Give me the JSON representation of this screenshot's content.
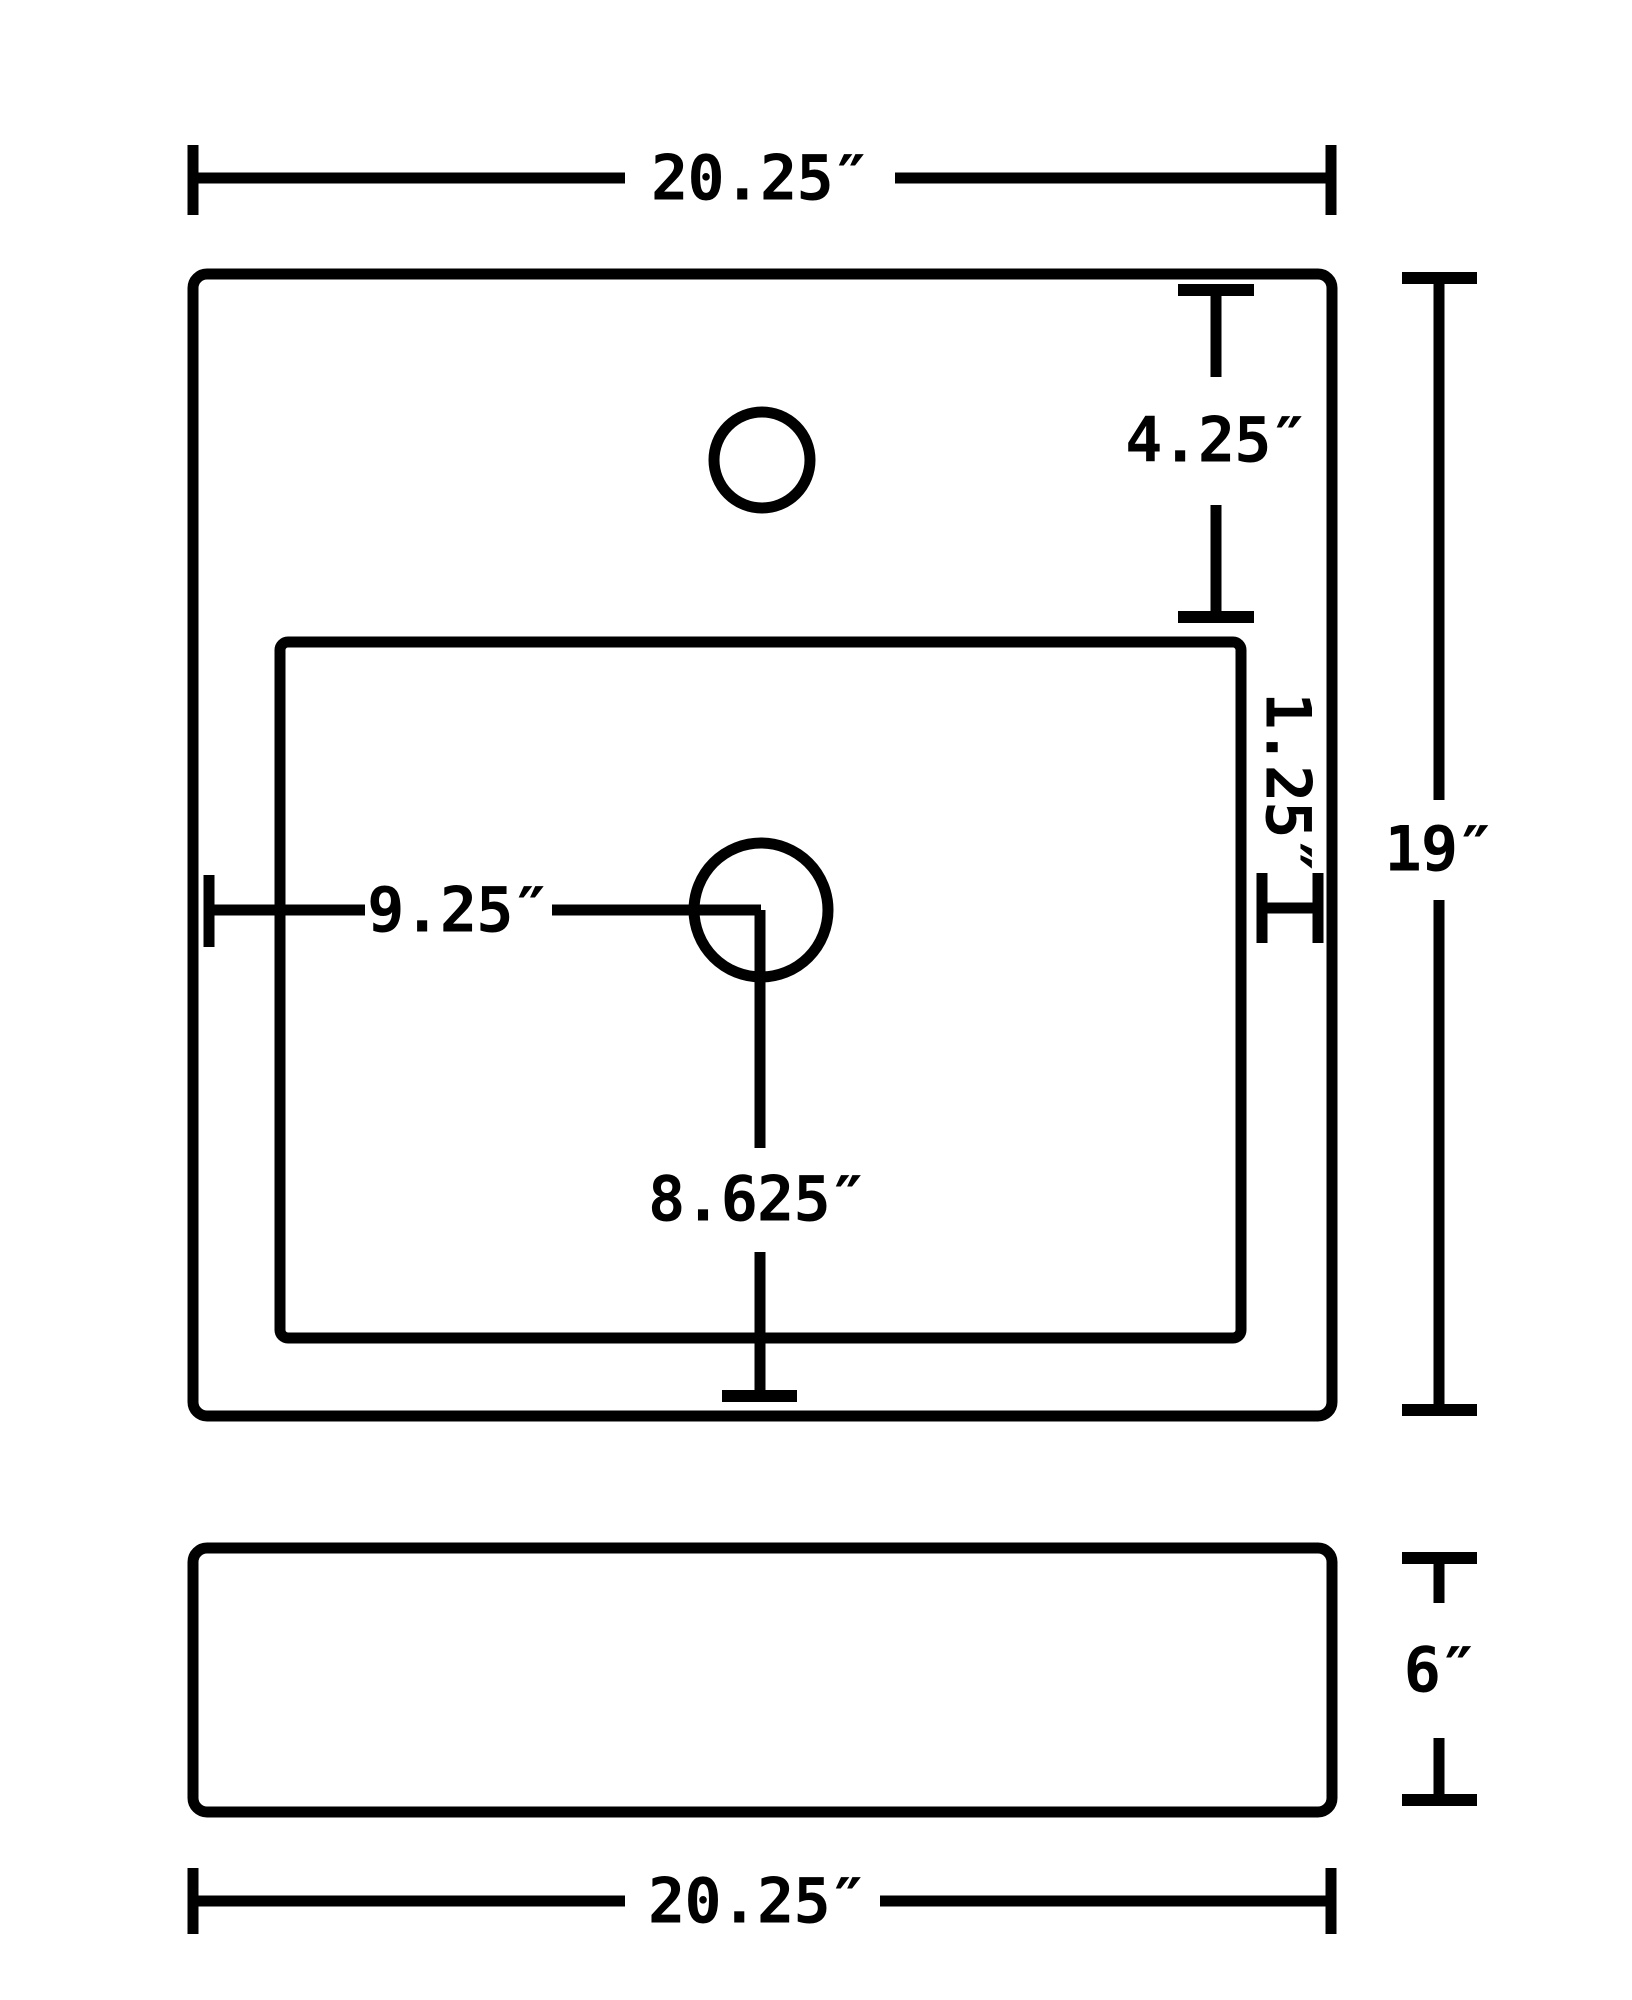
{
  "colors": {
    "line": "#000000",
    "background": "#ffffff"
  },
  "top_view": {
    "overall_width_label": "20.25″",
    "faucet_offset_label": "4.25″",
    "rim_gap_label": "1.25″",
    "overall_depth_label": "19″",
    "drain_from_left_label": "9.25″",
    "drain_to_front_label": "8.625″"
  },
  "side_view": {
    "height_label": "6″",
    "overall_width_label": "20.25″"
  }
}
